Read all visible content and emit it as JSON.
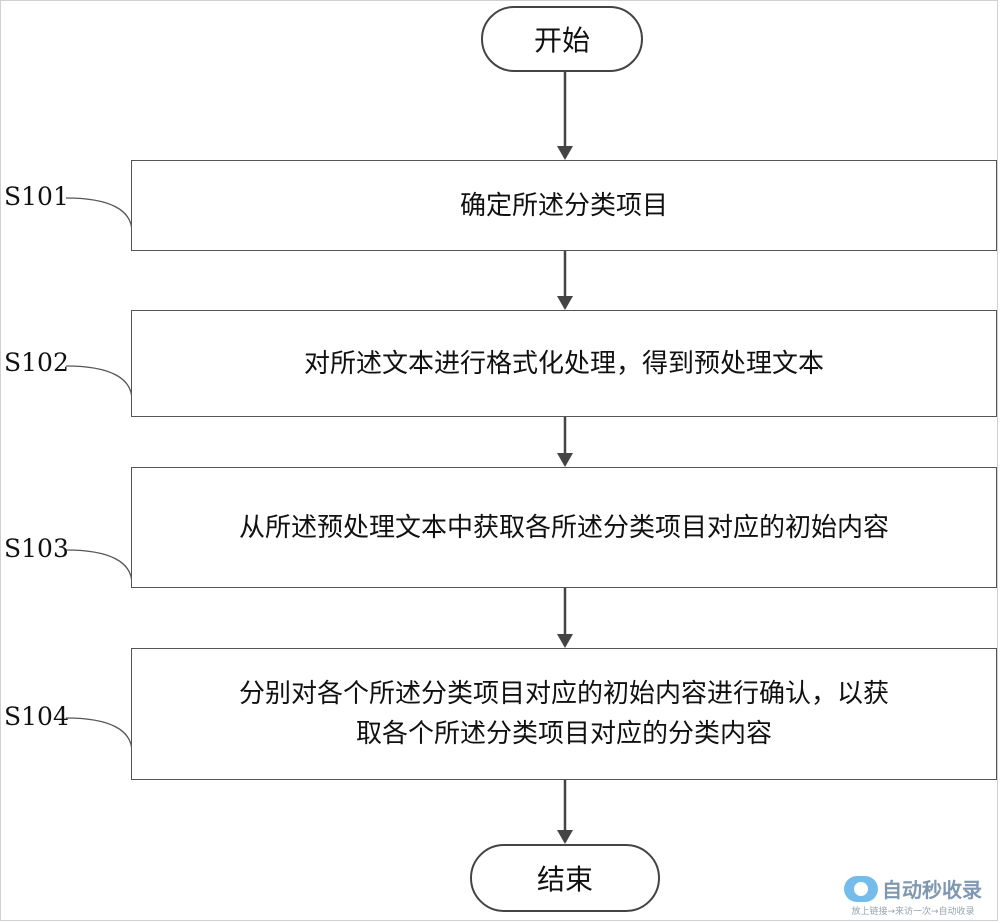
{
  "start": {
    "label": "开始"
  },
  "end": {
    "label": "结束"
  },
  "steps": [
    {
      "id": "S101",
      "text": "确定所述分类项目"
    },
    {
      "id": "S102",
      "text": "对所述文本进行格式化处理，得到预处理文本"
    },
    {
      "id": "S103",
      "text": "从所述预处理文本中获取各所述分类项目对应的初始内容"
    },
    {
      "id": "S104",
      "text": "分别对各个所述分类项目对应的初始内容进行确认，以获\n取各个所述分类项目对应的分类内容"
    }
  ],
  "watermark": {
    "title": "自动秒收录",
    "subtitle": "放上链接→来访一次→自动收录"
  },
  "colors": {
    "line": "#444444",
    "box_border": "#555555",
    "watermark": "#4a6d92"
  }
}
